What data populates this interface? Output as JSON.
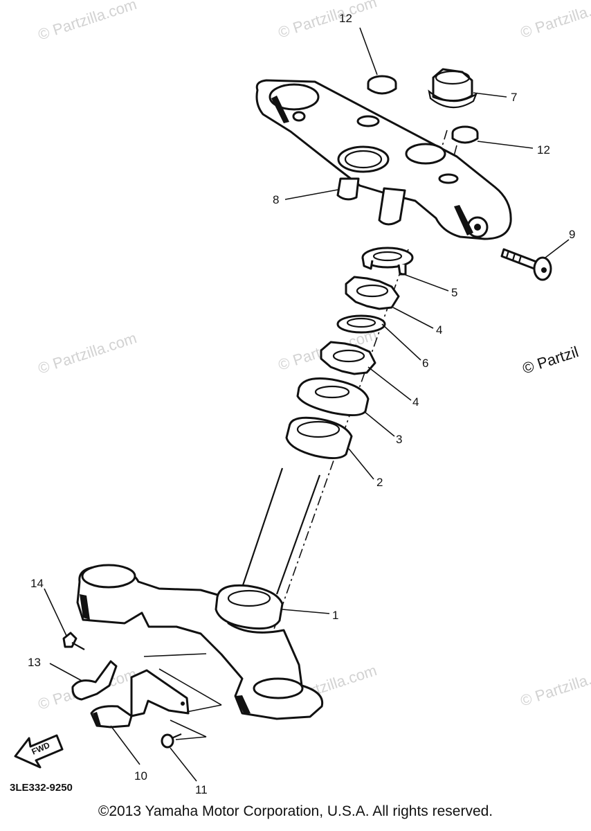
{
  "watermark": "© Partzilla.com",
  "watermark_cut": "© Partzil",
  "callouts": [
    "12",
    "7",
    "12",
    "8",
    "9",
    "5",
    "4",
    "6",
    "4",
    "3",
    "2",
    "1",
    "14",
    "13",
    "10",
    "11"
  ],
  "fwd_label": "FWD",
  "diagram_code": "3LE332-9250",
  "copyright": "©2013 Yamaha Motor Corporation, U.S.A. All rights reserved."
}
